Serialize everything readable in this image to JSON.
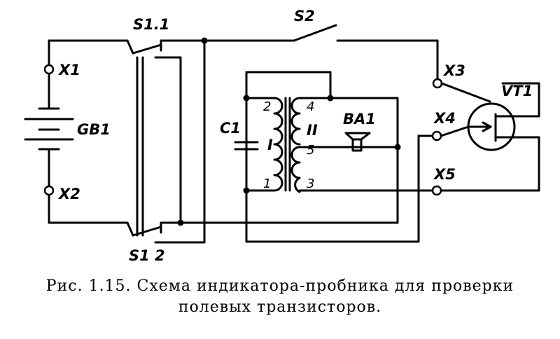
{
  "labels": {
    "s11": "S1.1",
    "s12": "S1 2",
    "s2": "S2",
    "x1": "X1",
    "x2": "X2",
    "x3": "X3",
    "x4": "X4",
    "x5": "X5",
    "gb1": "GB1",
    "c1": "C1",
    "ba1": "BA1",
    "vt1": "VT1",
    "winding1": "I",
    "winding2": "II",
    "pin2": "2",
    "pin1": "1",
    "pin4": "4",
    "pin5": "5",
    "pin3": "3"
  },
  "caption": {
    "line1": "Рис. 1.15. Схема индикатора-пробника для проверки",
    "line2": "полевых транзисторов."
  }
}
